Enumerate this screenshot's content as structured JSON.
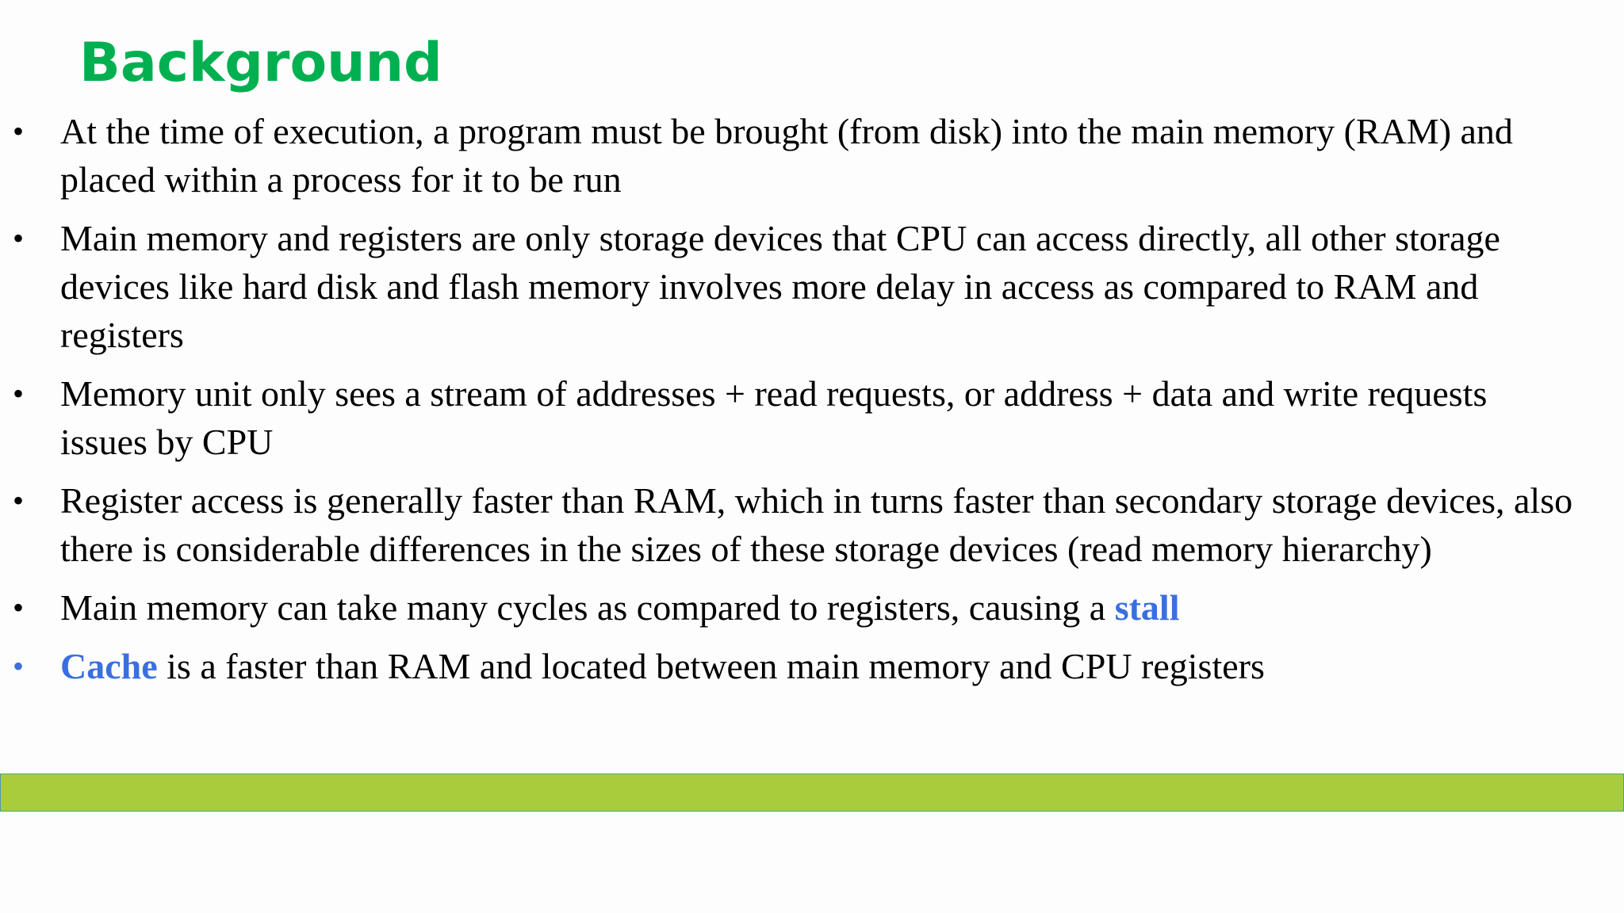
{
  "slide": {
    "title": "Background",
    "bullets": [
      {
        "text": "At the time of execution, a program must be brought (from disk)  into the main memory (RAM) and placed within a process for it to be run"
      },
      {
        "text": "Main memory and registers are only storage devices that CPU can access directly, all other storage devices like hard disk and flash memory involves more delay in access as compared to RAM and registers"
      },
      {
        "text": "Memory unit only sees a stream of addresses + read requests, or address + data and write requests issues by CPU"
      },
      {
        "text": "Register access is generally faster than RAM, which in turns faster than secondary storage devices, also there is considerable differences in the sizes of these storage devices (read memory hierarchy)"
      },
      {
        "before": "Main memory can take many cycles as compared to registers, causing a ",
        "keyword": "stall"
      },
      {
        "keyword": "Cache",
        "after": " is a faster than RAM and located between main memory and CPU registers"
      }
    ],
    "bullet_glyph": "•"
  },
  "colors": {
    "title": "#00b050",
    "keyword": "#3a6fe0",
    "text": "#000000",
    "footer_bar": "#a9cc3c",
    "background": "#fdfdfd"
  }
}
